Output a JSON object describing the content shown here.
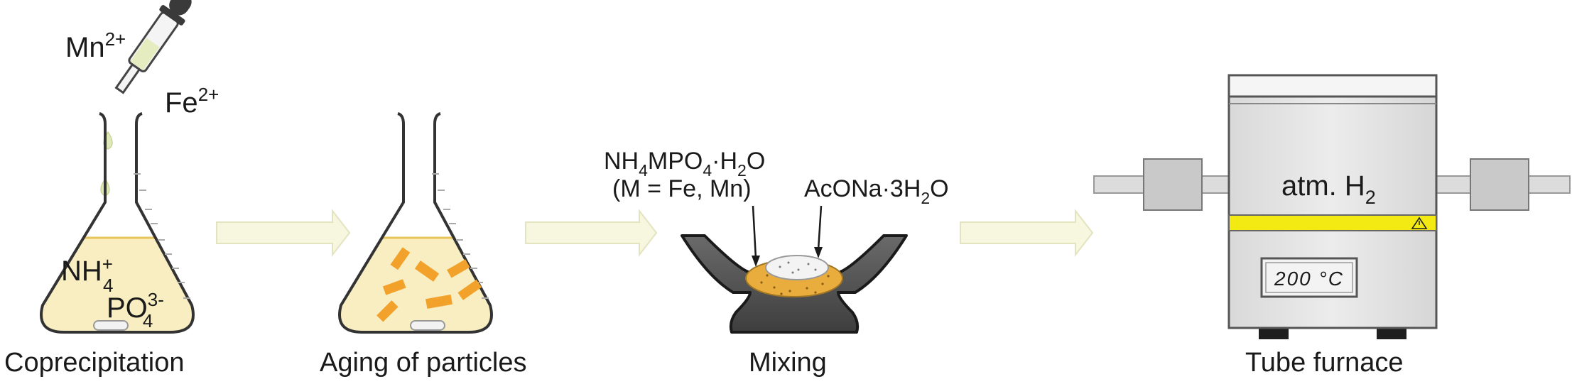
{
  "colors": {
    "solution": "#f8eec2",
    "liquid_line": "#e8c35a",
    "droplet": "#dfe8b8",
    "particle": "#f2a22a",
    "arrow_fill": "#f7f6df",
    "arrow_stroke": "#e4e3bf",
    "bowl": "#555555",
    "powder": "#e9ad3e",
    "furnace_body": "#e3e3e3",
    "furnace_band": "#f2ea12",
    "tube": "#dcdcdc",
    "end_cap": "#c9c9c9"
  },
  "steps": {
    "coprecipitation": {
      "caption": "Coprecipitation",
      "dropper_ion_1": {
        "base": "Mn",
        "sup": "2+"
      },
      "dropper_ion_2": {
        "base": "Fe",
        "sup": "2+"
      },
      "solution_ion_1": {
        "base": "NH",
        "sup": "+",
        "sub": "4"
      },
      "solution_ion_2": {
        "base": "PO",
        "sup": "3-",
        "sub": "4"
      }
    },
    "aging": {
      "caption": "Aging of particles"
    },
    "mixing": {
      "caption": "Mixing",
      "precursor": {
        "a": "NH",
        "a_sub": "4",
        "b": "MPO",
        "b_sub": "4",
        "c": "·H",
        "c_sub": "2",
        "d": "O"
      },
      "precursor_note": "(M = Fe, Mn)",
      "salt": {
        "a": "AcONa·3H",
        "a_sub": "2",
        "b": "O"
      }
    },
    "furnace": {
      "caption": "Tube furnace",
      "atmosphere": {
        "a": "atm. H",
        "a_sub": "2"
      },
      "display": "200 °C",
      "warning_icon": "warning-triangle-icon"
    }
  }
}
